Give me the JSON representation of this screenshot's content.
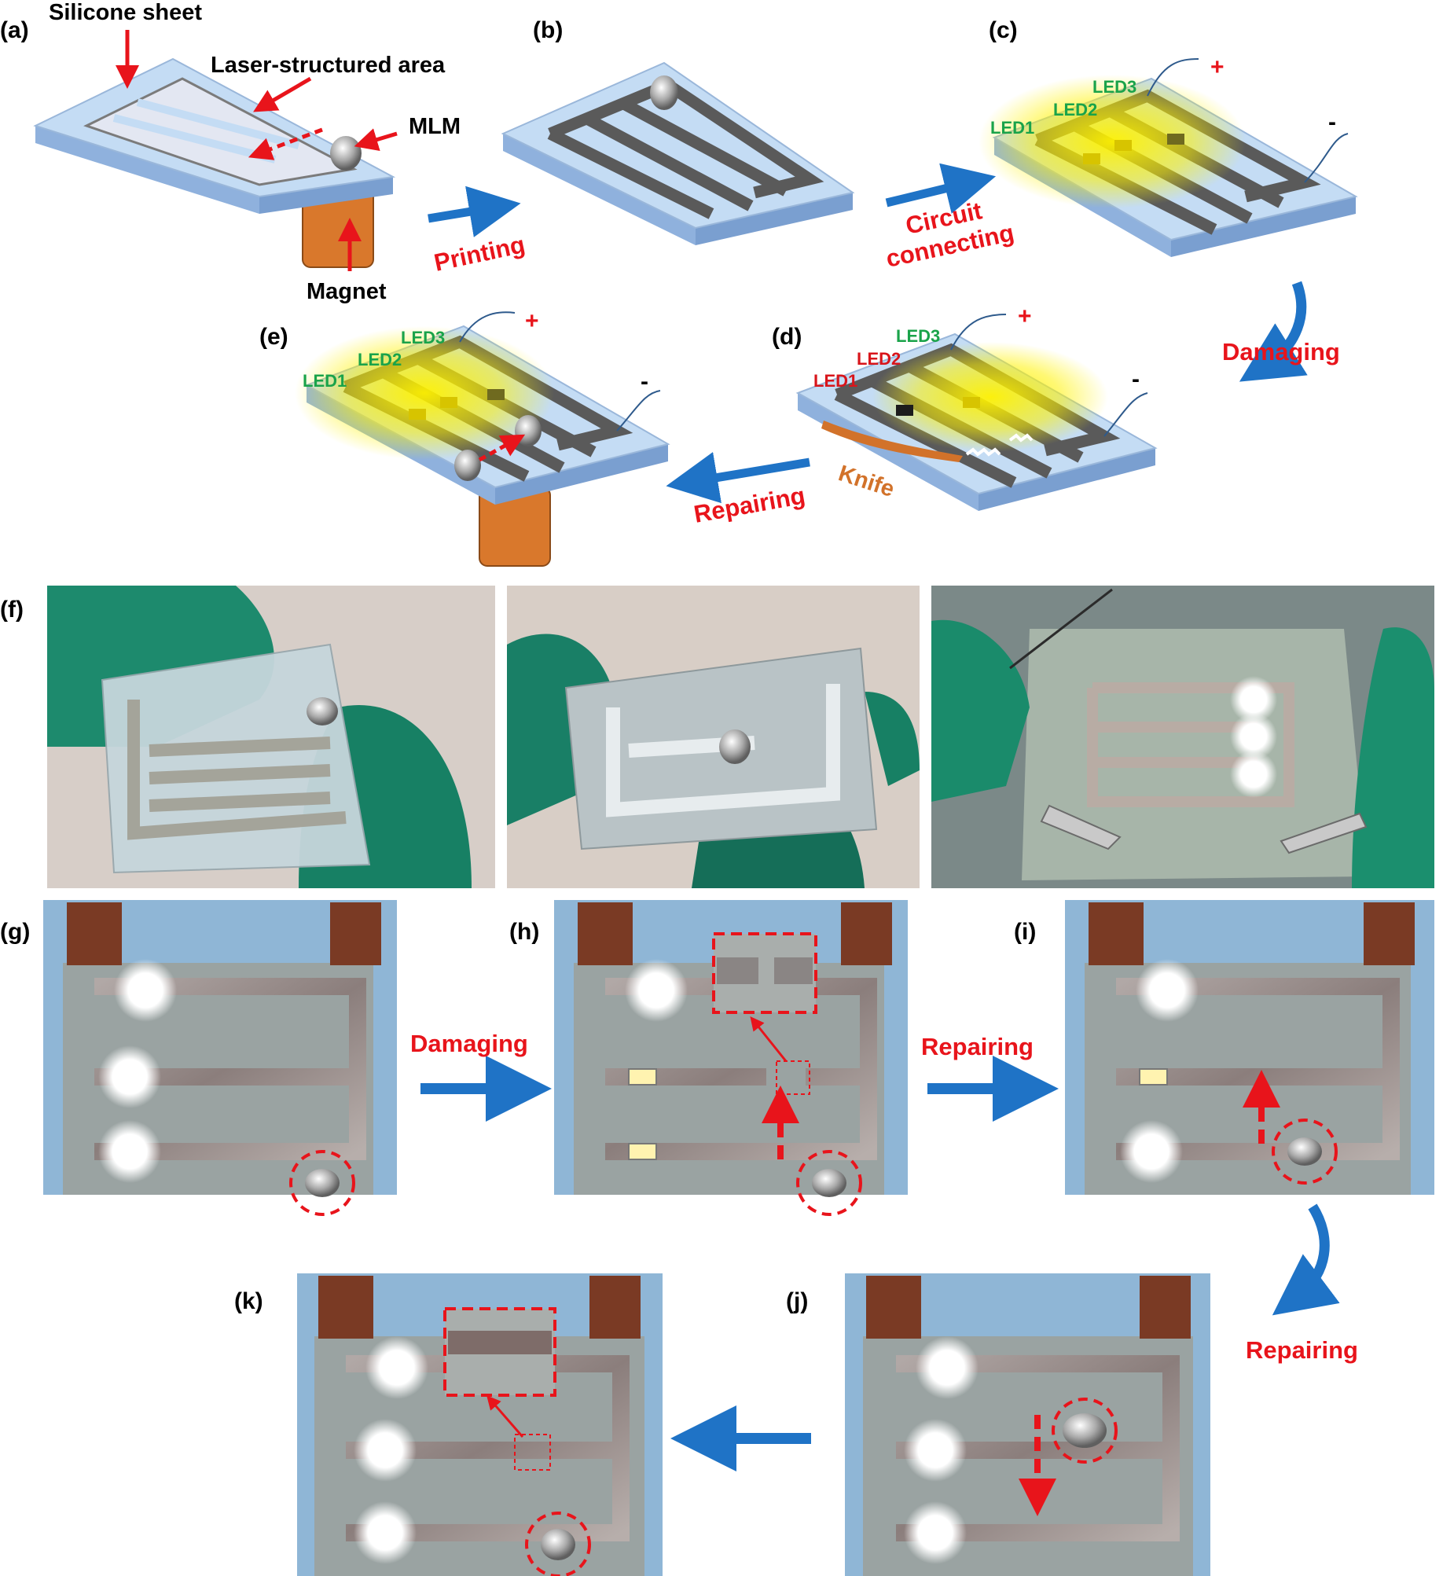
{
  "panels": {
    "a": "(a)",
    "b": "(b)",
    "c": "(c)",
    "d": "(d)",
    "e": "(e)",
    "f": "(f)",
    "g": "(g)",
    "h": "(h)",
    "i": "(i)",
    "j": "(j)",
    "k": "(k)"
  },
  "callouts": {
    "silicone_sheet": "Silicone sheet",
    "laser_area": "Laser-structured area",
    "mlm": "MLM",
    "magnet": "Magnet",
    "knife": "Knife"
  },
  "steps": {
    "printing": "Printing",
    "circuit_line1": "Circuit",
    "circuit_line2": "connecting",
    "damaging_top": "Damaging",
    "repairing_top": "Repairing",
    "damaging_photo": "Damaging",
    "repairing_photo": "Repairing",
    "repairing_bottom": "Repairing"
  },
  "leds": {
    "led1": "LED1",
    "led2": "LED2",
    "led3": "LED3"
  },
  "polarity": {
    "plus": "+",
    "minus": "-"
  },
  "colors": {
    "sheet_top": "#c4dcf4",
    "sheet_side": "#8fb1dd",
    "trace": "#5a5a5a",
    "magnet": "#d9782c",
    "arrow_blue": "#1f73c6",
    "arrow_red": "#e8141b",
    "led_glow": "#fff200",
    "label_green": "#1aa34a",
    "photo_bg": "#9fa9a9"
  }
}
